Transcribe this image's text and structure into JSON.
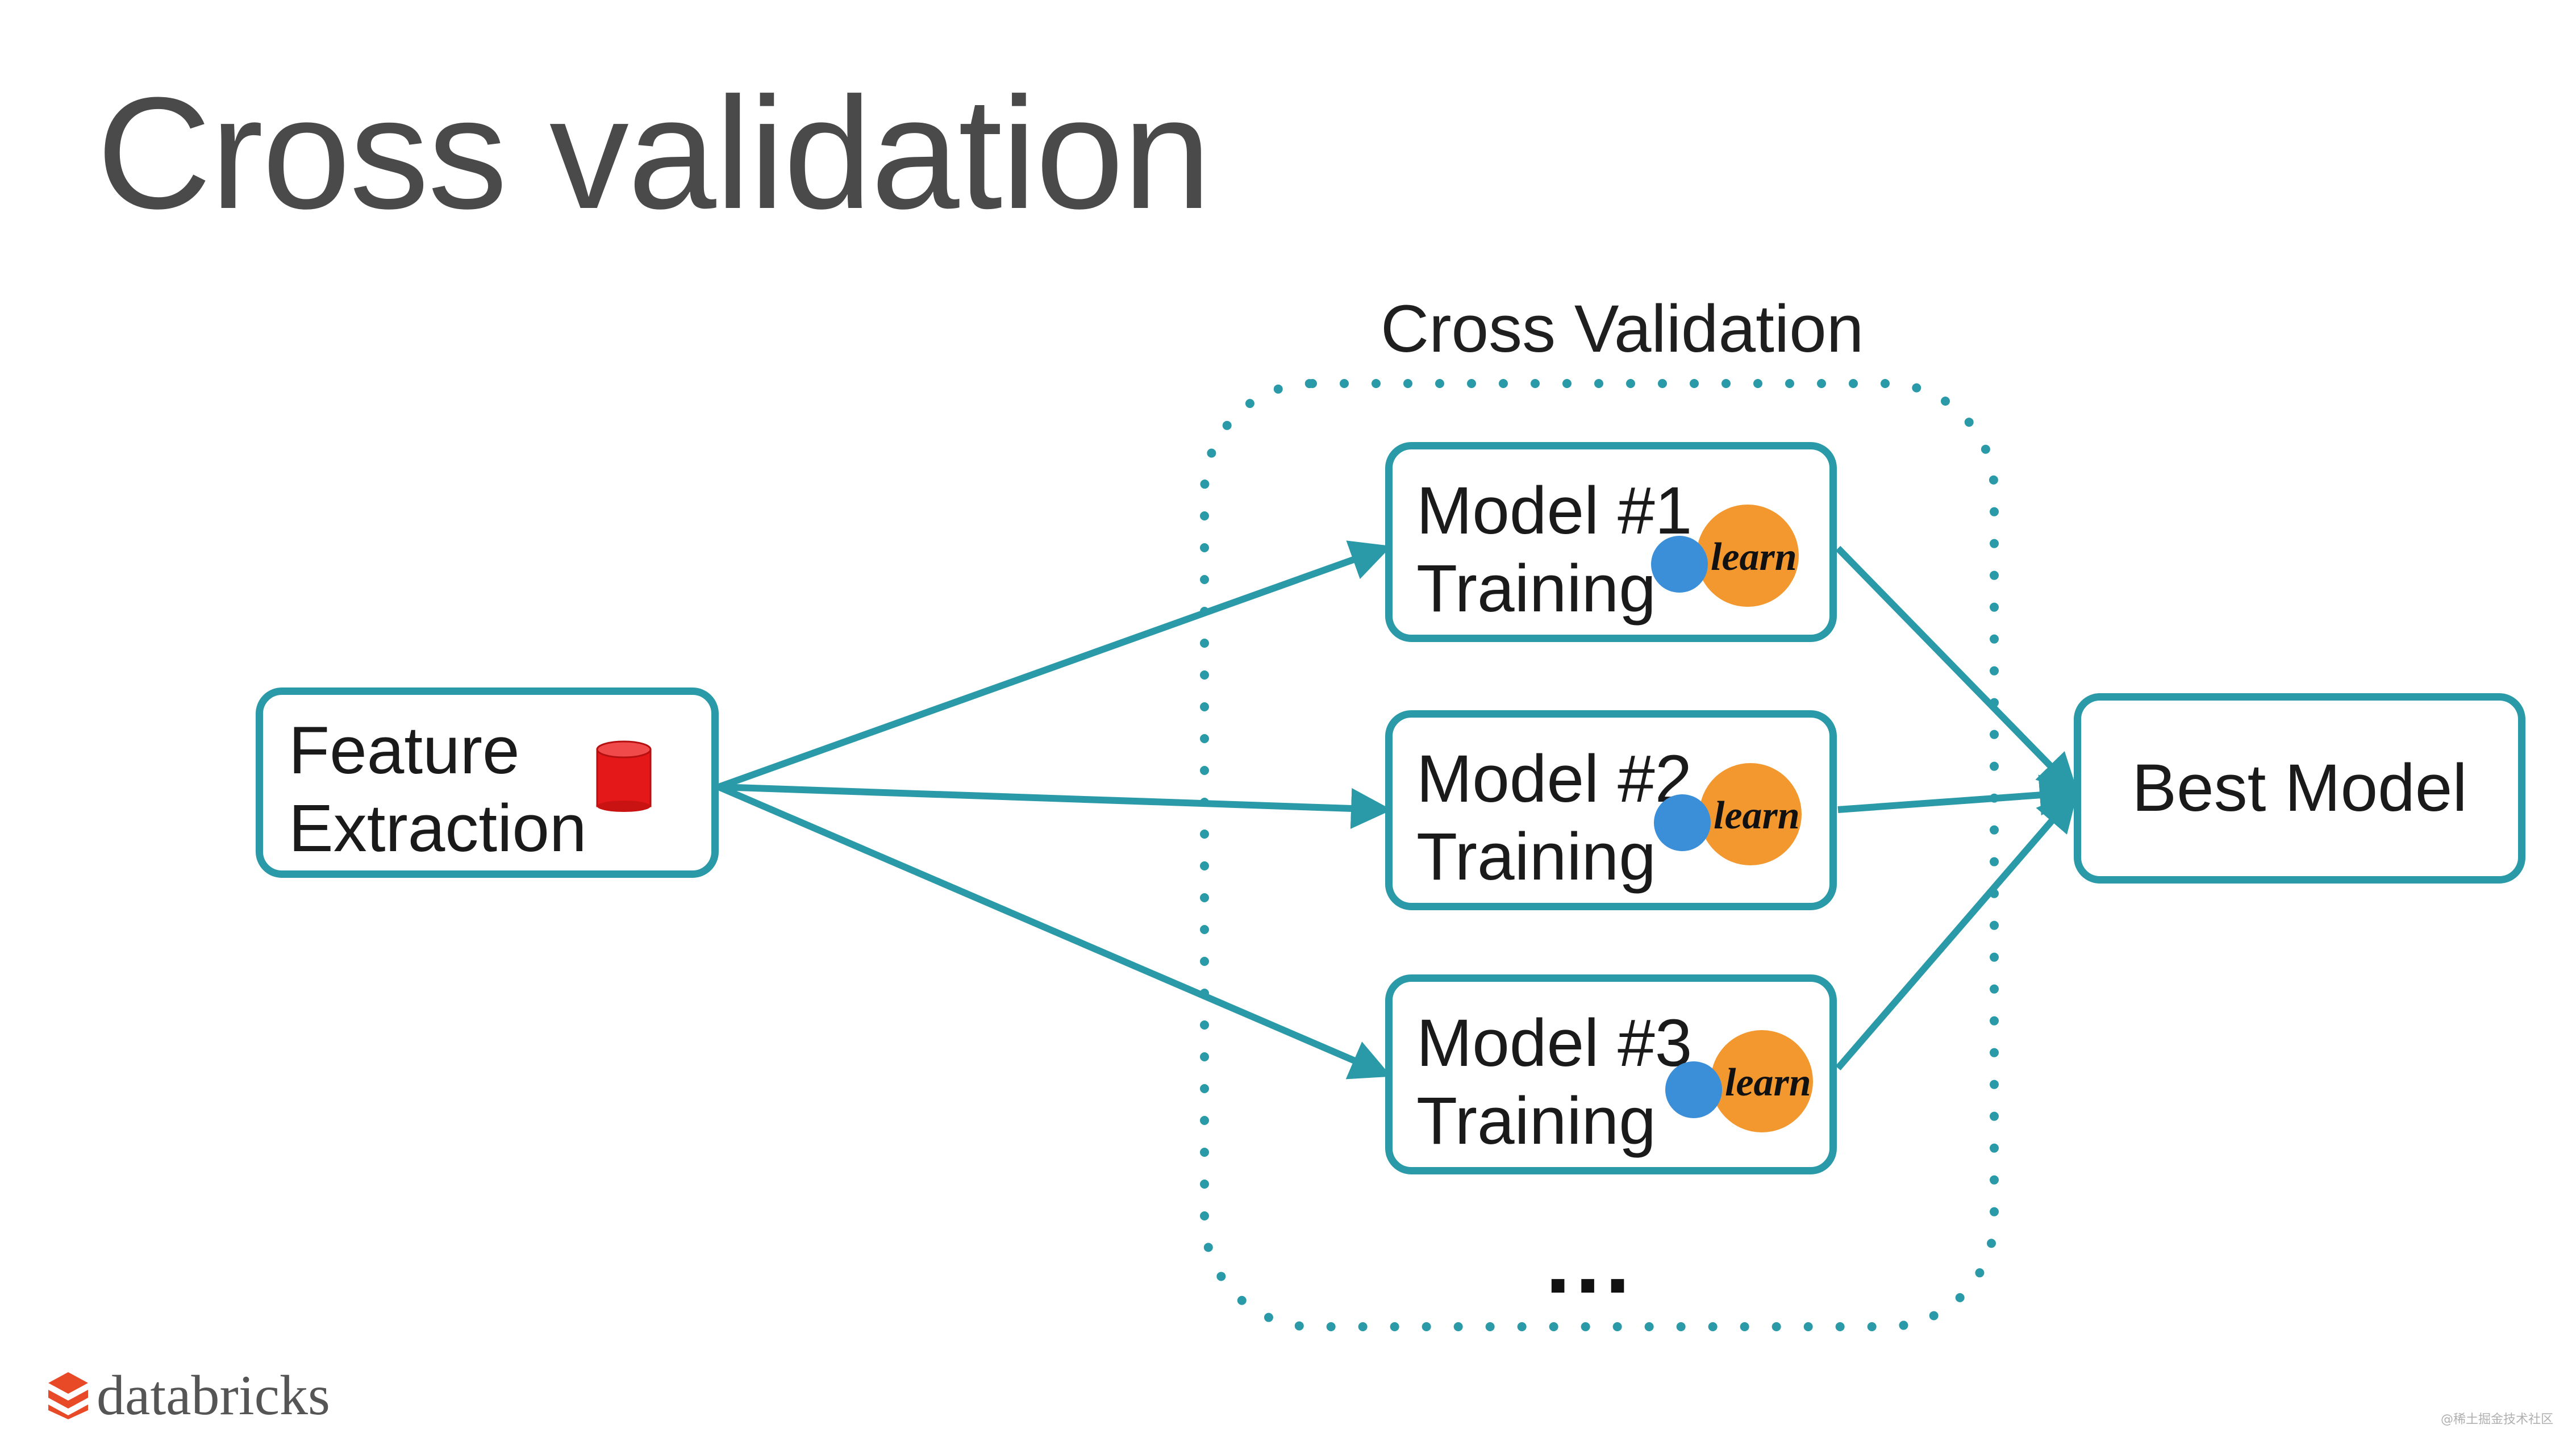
{
  "slide": {
    "title": "Cross validation",
    "watermark": "@稀土掘金技术社区"
  },
  "diagram": {
    "group_label": "Cross Validation",
    "feature_box": {
      "line1": "Feature",
      "line2": "Extraction",
      "icon": "database-icon"
    },
    "models": [
      {
        "line1": "Model #1",
        "line2": "Training",
        "icon": "sklearn-logo"
      },
      {
        "line1": "Model #2",
        "line2": "Training",
        "icon": "sklearn-logo"
      },
      {
        "line1": "Model #3",
        "line2": "Training",
        "icon": "sklearn-logo"
      }
    ],
    "more": "...",
    "best_box": {
      "label": "Best Model"
    },
    "sklearn_word": "learn",
    "colors": {
      "accent": "#2a9aa8",
      "db_icon": "#e41818",
      "sklearn_orange": "#f2982f",
      "sklearn_blue": "#3a8fd8"
    }
  },
  "footer": {
    "logo_text": "databricks",
    "logo_icon": "databricks-logo"
  }
}
